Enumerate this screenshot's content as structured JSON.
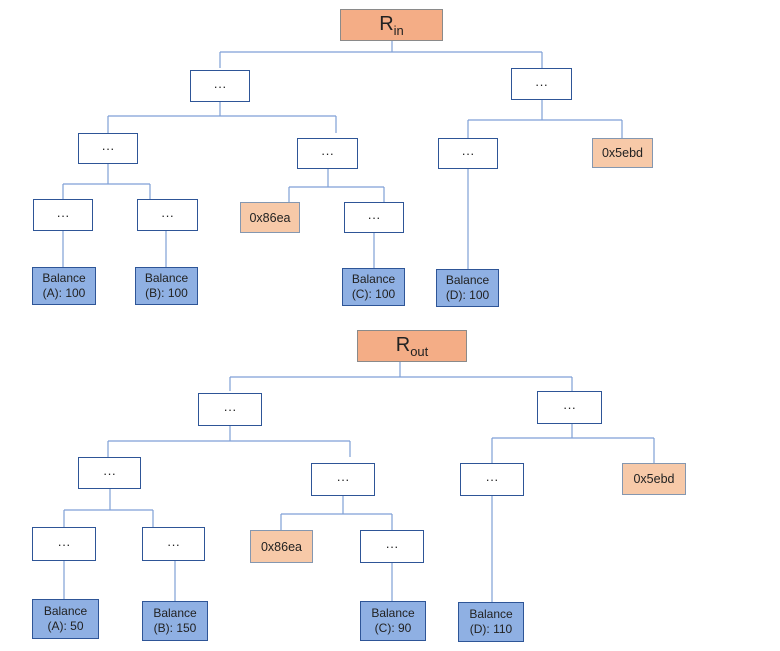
{
  "trees": [
    {
      "root": {
        "main": "R",
        "sub": "in"
      },
      "nodes": {
        "l1_left": "···",
        "l1_right": "···",
        "l2_a": "···",
        "l2_b": "···",
        "l2_c": "···",
        "hash_5ebd": "0x5ebd",
        "l3_a": "···",
        "l3_b": "···",
        "hash_86ea": "0x86ea",
        "l3_c": "···"
      },
      "balances": [
        {
          "line1": "Balance",
          "line2": "(A): 100"
        },
        {
          "line1": "Balance",
          "line2": "(B): 100"
        },
        {
          "line1": "Balance",
          "line2": "(C): 100"
        },
        {
          "line1": "Balance",
          "line2": "(D): 100"
        }
      ]
    },
    {
      "root": {
        "main": "R",
        "sub": "out"
      },
      "nodes": {
        "l1_left": "···",
        "l1_right": "···",
        "l2_a": "···",
        "l2_b": "···",
        "l2_c": "···",
        "hash_5ebd": "0x5ebd",
        "l3_a": "···",
        "l3_b": "···",
        "hash_86ea": "0x86ea",
        "l3_c": "···"
      },
      "balances": [
        {
          "line1": "Balance",
          "line2": "(A): 50"
        },
        {
          "line1": "Balance",
          "line2": "(B): 150"
        },
        {
          "line1": "Balance",
          "line2": "(C): 90"
        },
        {
          "line1": "Balance",
          "line2": "(D): 110"
        }
      ]
    }
  ],
  "colors": {
    "root_fill": "#f4ad86",
    "hash_fill": "#f7c9a8",
    "balance_fill": "#8fb0e3",
    "border": "#2e5597",
    "connector": "#7f9fd6"
  }
}
